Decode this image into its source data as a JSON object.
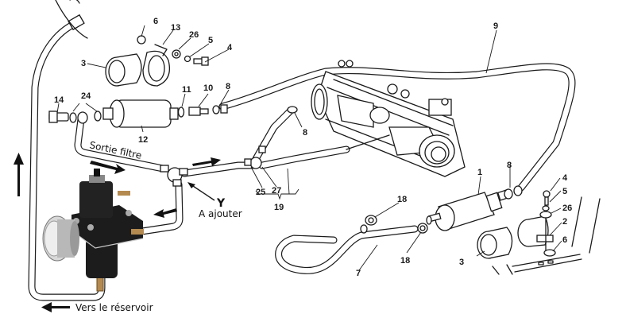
{
  "diagram": {
    "title": "Fuel system exploded view with pressure regulator",
    "annotations": {
      "sortie_filtre": "Sortie filtre",
      "y_label": "Y",
      "a_ajouter": "A ajouter",
      "vers_reservoir": "Vers le réservoir"
    },
    "part_numbers": {
      "p1": "1",
      "p2": "2",
      "p3a": "3",
      "p3b": "3",
      "p4a": "4",
      "p4b": "4",
      "p5a": "5",
      "p5b": "5",
      "p6a": "6",
      "p6b": "6",
      "p7": "7",
      "p8a": "8",
      "p8b": "8",
      "p8c": "8",
      "p9": "9",
      "p10": "10",
      "p11": "11",
      "p12": "12",
      "p13": "13",
      "p14": "14",
      "p18a": "18",
      "p18b": "18",
      "p19": "19",
      "p24": "24",
      "p25": "25",
      "p26a": "26",
      "p26b": "26",
      "p27": "27"
    },
    "components": [
      "fuel-filter",
      "fuel-pump",
      "pressure-regulator",
      "pressure-gauge",
      "y-connector",
      "engine-block",
      "hose-clamps",
      "mounting-brackets"
    ],
    "colors": {
      "line": "#1a1a1a",
      "regulator": "#1c1c1c",
      "gauge": "#b8b8b8",
      "background": "#ffffff"
    }
  }
}
